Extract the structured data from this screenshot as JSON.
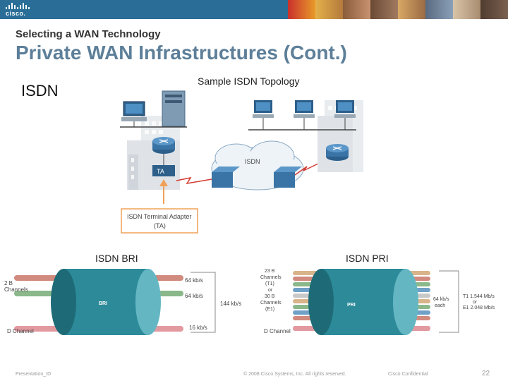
{
  "header": {
    "logo_text": "cisco.",
    "subtitle": "Selecting a WAN Technology",
    "title": "Private WAN Infrastructures (Cont.)"
  },
  "content": {
    "heading": "ISDN",
    "topology_caption": "Sample ISDN Topology",
    "topology": {
      "ta_label": "TA",
      "cloud_label": "ISDN",
      "adapter_label_line1": "ISDN Terminal Adapter",
      "adapter_label_line2": "(TA)"
    },
    "bri": {
      "label": "ISDN BRI",
      "cable_label": "BRI",
      "b_channels": "2 B\nChannels",
      "b_channels_line1": "2 B",
      "b_channels_line2": "Channels",
      "rate_b1": "64 kb/s",
      "rate_b2": "64 kb/s",
      "total_rate": "144 kb/s",
      "d_channel": "D Channel",
      "rate_d": "16 kb/s"
    },
    "pri": {
      "label": "ISDN PRI",
      "cable_label": "PRI",
      "channels_line1": "23 B",
      "channels_line2": "Channels",
      "channels_line3": "(T1)",
      "channels_line4": "or",
      "channels_line5": "30 B",
      "channels_line6": "Channels",
      "channels_line7": "(E1)",
      "d_channel": "D Channel",
      "rate_line1": "64 kb/s",
      "rate_line2": "each",
      "total_line1": "T1 1.544 Mb/s",
      "total_line2": "or",
      "total_line3": "E1 2.048 Mb/s"
    }
  },
  "footer": {
    "left": "Presentation_ID",
    "center": "© 2008 Cisco Systems, Inc. All rights reserved.",
    "confidential": "Cisco Confidential",
    "page": "22"
  },
  "colors": {
    "topbar": "#2a6e97",
    "title": "#5d7f99",
    "accent_orange": "#f0a058",
    "link_red": "#d23c32"
  }
}
